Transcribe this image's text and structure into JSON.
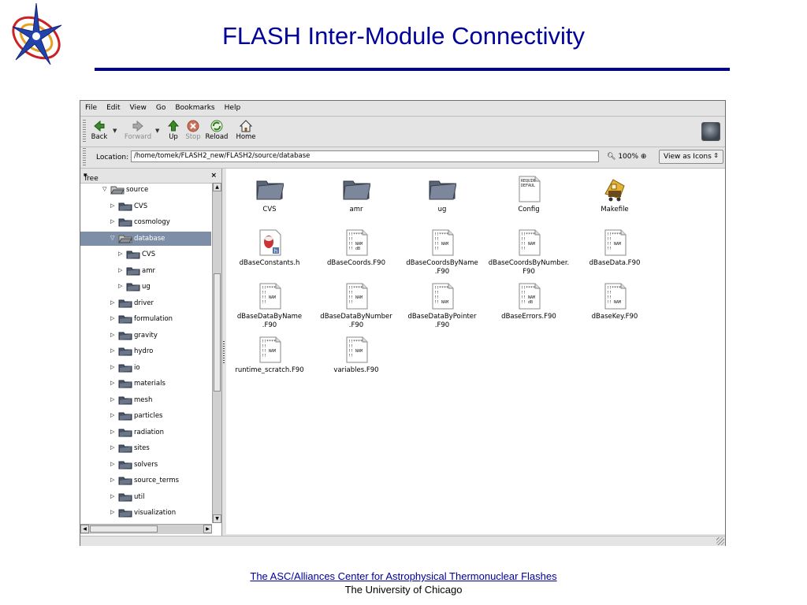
{
  "slide": {
    "title": "FLASH Inter-Module Connectivity",
    "footer_link": "The ASC/Alliances Center for Astrophysical Thermonuclear Flashes",
    "footer_sub": "The University of Chicago"
  },
  "colors": {
    "title": "#000099",
    "rule": "#000080",
    "selection": "#7e8ea6",
    "folder": "#4a5568"
  },
  "menubar": [
    "File",
    "Edit",
    "View",
    "Go",
    "Bookmarks",
    "Help"
  ],
  "toolbar": {
    "back": "Back",
    "forward": "Forward",
    "up": "Up",
    "stop": "Stop",
    "reload": "Reload",
    "home": "Home"
  },
  "location": {
    "label": "Location:",
    "path": "/home/tomek/FLASH2_new/FLASH2/source/database",
    "zoom": "100%",
    "view_mode": "View as Icons"
  },
  "sidebar": {
    "header": "Tree",
    "items": [
      {
        "label": "source",
        "expanded": true
      },
      {
        "label": "CVS"
      },
      {
        "label": "cosmology"
      },
      {
        "label": "database",
        "expanded": true,
        "selected": true
      },
      {
        "label": "CVS"
      },
      {
        "label": "amr"
      },
      {
        "label": "ug"
      },
      {
        "label": "driver"
      },
      {
        "label": "formulation"
      },
      {
        "label": "gravity"
      },
      {
        "label": "hydro"
      },
      {
        "label": "io"
      },
      {
        "label": "materials"
      },
      {
        "label": "mesh"
      },
      {
        "label": "particles"
      },
      {
        "label": "radiation"
      },
      {
        "label": "sites"
      },
      {
        "label": "solvers"
      },
      {
        "label": "source_terms"
      },
      {
        "label": "util"
      },
      {
        "label": "visualization"
      }
    ]
  },
  "files": [
    {
      "name": "CVS",
      "icon": "folder-icon"
    },
    {
      "name": "amr",
      "icon": "folder-icon"
    },
    {
      "name": "ug",
      "icon": "folder-icon"
    },
    {
      "name": "Config",
      "icon": "text-file-icon",
      "preview": [
        "REQUIR",
        "DEFAUL"
      ]
    },
    {
      "name": "Makefile",
      "icon": "makefile-icon"
    },
    {
      "name": "dBaseConstants.h",
      "icon": "header-file-icon"
    },
    {
      "name": "dBaseCoords.F90",
      "icon": "source-file-icon",
      "preview": [
        "!!****",
        "!!",
        "!! NAM",
        "!!  dB"
      ]
    },
    {
      "name": "dBaseCoordsByName.F90",
      "icon": "source-file-icon",
      "preview": [
        "!!****",
        "!!",
        "!! NAM",
        "!!"
      ]
    },
    {
      "name": "dBaseCoordsByNumber.F90",
      "icon": "source-file-icon",
      "preview": [
        "!!****",
        "!!",
        "!! NAM",
        "!!"
      ]
    },
    {
      "name": "dBaseData.F90",
      "icon": "source-file-icon",
      "preview": [
        "!!****",
        "!!",
        "!! NAM",
        "!!"
      ]
    },
    {
      "name": "dBaseDataByName.F90",
      "icon": "source-file-icon",
      "preview": [
        "!!****",
        "!!",
        "!! NAM",
        "!!"
      ]
    },
    {
      "name": "dBaseDataByNumber.F90",
      "icon": "source-file-icon",
      "preview": [
        "!!****",
        "!!",
        "!! NAM",
        "!!"
      ]
    },
    {
      "name": "dBaseDataByPointer.F90",
      "icon": "source-file-icon",
      "preview": [
        "!!****",
        "!!",
        "!!",
        "!! NAM"
      ]
    },
    {
      "name": "dBaseErrors.F90",
      "icon": "source-file-icon",
      "preview": [
        "!!****",
        "!!",
        "!! NAM",
        "!!  dB"
      ]
    },
    {
      "name": "dBaseKey.F90",
      "icon": "source-file-icon",
      "preview": [
        "!!****",
        "!!",
        "!!",
        "!! NAM"
      ]
    },
    {
      "name": "runtime_scratch.F90",
      "icon": "source-file-icon",
      "preview": [
        "!!****",
        "!!",
        "!! NAM",
        "!!"
      ]
    },
    {
      "name": "variables.F90",
      "icon": "source-file-icon",
      "preview": [
        "!!****",
        "!!",
        "!! NAM",
        "!!"
      ]
    }
  ]
}
